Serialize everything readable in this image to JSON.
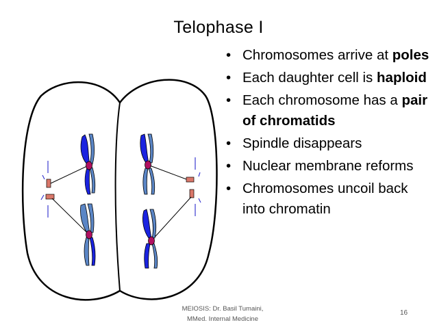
{
  "slide": {
    "title": "Telophase I",
    "bullets": [
      {
        "text": "Chromosomes arrive at ",
        "bold": "poles"
      },
      {
        "text": "Each daughter cell is ",
        "bold": "haploid"
      },
      {
        "text": "Each chromosome has a ",
        "bold": "pair of chromatids"
      },
      {
        "text": "Spindle disappears",
        "bold": ""
      },
      {
        "text": "Nuclear membrane reforms",
        "bold": ""
      },
      {
        "text": "Chromosomes uncoil back into chromatin",
        "bold": ""
      }
    ],
    "footer": {
      "line1": "MEIOSIS: Dr. Basil Tumaini,",
      "line2": "MMed. Internal Medicine"
    },
    "page_number": "16"
  },
  "colors": {
    "chromatid_dark": "#1a23e0",
    "chromatid_light": "#5b86c6",
    "centromere": "#b01060",
    "centriole": "#d9776a",
    "aster_line": "#3a3ad0"
  }
}
